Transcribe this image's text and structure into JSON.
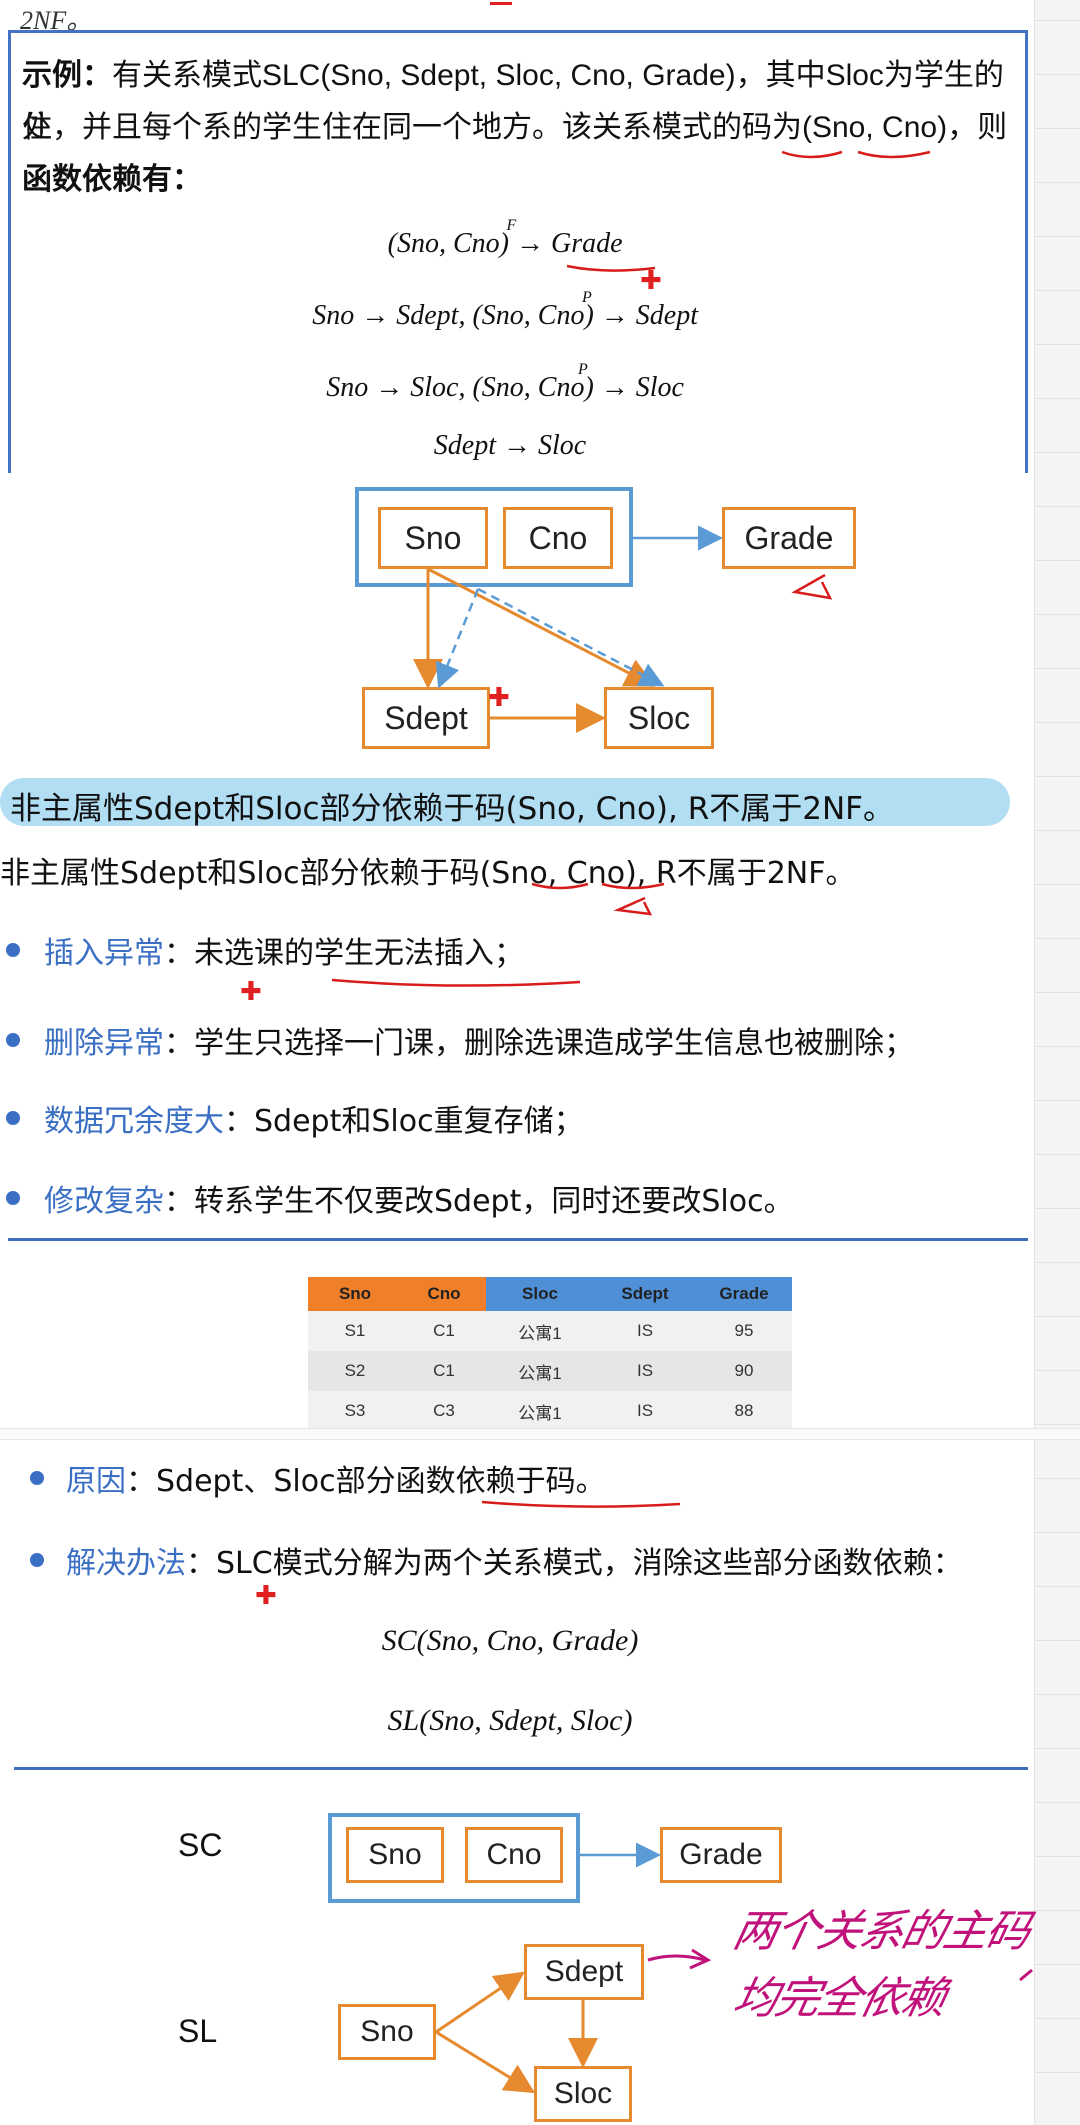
{
  "top_fragment": "2NF。",
  "example": {
    "label": "示例：",
    "line1": "有关系模式SLC(Sno, Sdept, Sloc, Cno, Grade)，其中Sloc为学生的住",
    "line2": "处，并且每个系的学生住在同一个地方。该关系模式的码为(Sno, Cno)，则",
    "line3": "函数依赖有："
  },
  "formulas": [
    {
      "text": "(Sno, Cno) → Grade",
      "mark": "F"
    },
    {
      "text": "Sno → Sdept, (Sno, Cno) → Sdept",
      "mark": "P"
    },
    {
      "text": "Sno → Sloc, (Sno, Cno) → Sloc",
      "mark": "P"
    },
    {
      "text": "Sdept → Sloc",
      "mark": ""
    }
  ],
  "diagram1": {
    "sno": "Sno",
    "cno": "Cno",
    "grade": "Grade",
    "sdept": "Sdept",
    "sloc": "Sloc"
  },
  "highlight_line": "非主属性Sdept和Sloc部分依赖于码(Sno, Cno), R不属于2NF。",
  "plain_line": "非主属性Sdept和Sloc部分依赖于码(Sno, Cno), R不属于2NF。",
  "anomalies": [
    {
      "label": "插入异常",
      "text": "：未选课的学生无法插入；"
    },
    {
      "label": "删除异常",
      "text": "：学生只选择一门课，删除选课造成学生信息也被删除；"
    },
    {
      "label": "数据冗余度大",
      "text": "：Sdept和Sloc重复存储；"
    },
    {
      "label": "修改复杂",
      "text": "：转系学生不仅要改Sdept，同时还要改Sloc。"
    }
  ],
  "table": {
    "headers": [
      "Sno",
      "Cno",
      "Sloc",
      "Sdept",
      "Grade"
    ],
    "header_colors": [
      "#f07f2a",
      "#f07f2a",
      "#4e8fd6",
      "#4e8fd6",
      "#4e8fd6"
    ],
    "rows": [
      [
        "S1",
        "C1",
        "公寓1",
        "IS",
        "95"
      ],
      [
        "S2",
        "C1",
        "公寓1",
        "IS",
        "90"
      ],
      [
        "S3",
        "C3",
        "公寓1",
        "IS",
        "88"
      ]
    ]
  },
  "reason": {
    "label": "原因",
    "text": "：Sdept、Sloc部分函数依赖于码。"
  },
  "solution": {
    "label": "解决办法",
    "text": "：SLC模式分解为两个关系模式，消除这些部分函数依赖："
  },
  "schemas": [
    "SC(Sno, Cno, Grade)",
    "SL(Sno, Sdept, Sloc)"
  ],
  "diagram2": {
    "sc_label": "SC",
    "sl_label": "SL",
    "sno": "Sno",
    "cno": "Cno",
    "grade": "Grade",
    "sdept": "Sdept",
    "sloc": "Sloc"
  },
  "handwriting": [
    "两个关系的主码",
    "均完全依赖"
  ]
}
